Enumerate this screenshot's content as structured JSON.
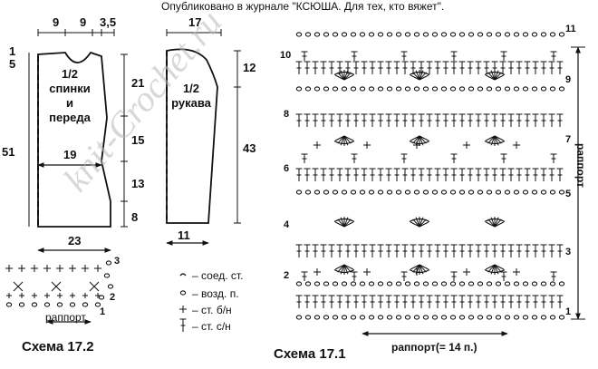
{
  "caption": "Опубликовано в журнале \"КСЮША. Для тех, кто вяжет\".",
  "watermark": "knit-Crochet.ru",
  "piece_back_front": {
    "label_lines": [
      "1/2",
      "спинки",
      "и",
      "переда"
    ],
    "dims": {
      "top_a": "9",
      "top_b": "9",
      "top_c": "3,5",
      "side_1": "1",
      "side_5": "5",
      "left_51": "51",
      "right_21": "21",
      "right_15": "15",
      "right_13": "13",
      "right_8": "8",
      "inner_19": "19",
      "bottom_23": "23"
    }
  },
  "piece_sleeve": {
    "label_lines": [
      "1/2",
      "рукава"
    ],
    "dims": {
      "top_17": "17",
      "right_12": "12",
      "right_43": "43",
      "bottom_11": "11"
    }
  },
  "legend": {
    "items": [
      {
        "symbol": "slip-stitch-icon",
        "text": "– соед. ст."
      },
      {
        "symbol": "chain-icon",
        "text": "– возд. п."
      },
      {
        "symbol": "sc-icon",
        "text": "– ст. б/н"
      },
      {
        "symbol": "dc-icon",
        "text": "– ст. с/н"
      }
    ]
  },
  "scheme_small": {
    "title": "Схема 17.2",
    "repeat_label": "раппорт",
    "row_numbers": [
      "1",
      "2",
      "3"
    ]
  },
  "scheme_main": {
    "title": "Схема 17.1",
    "repeat_label": "раппорт(= 14 п.)",
    "repeat_vertical": "раппорт",
    "left_rows": [
      "2",
      "4",
      "6",
      "8",
      "10"
    ],
    "right_rows": [
      "1",
      "3",
      "5",
      "7",
      "9",
      "11"
    ]
  }
}
